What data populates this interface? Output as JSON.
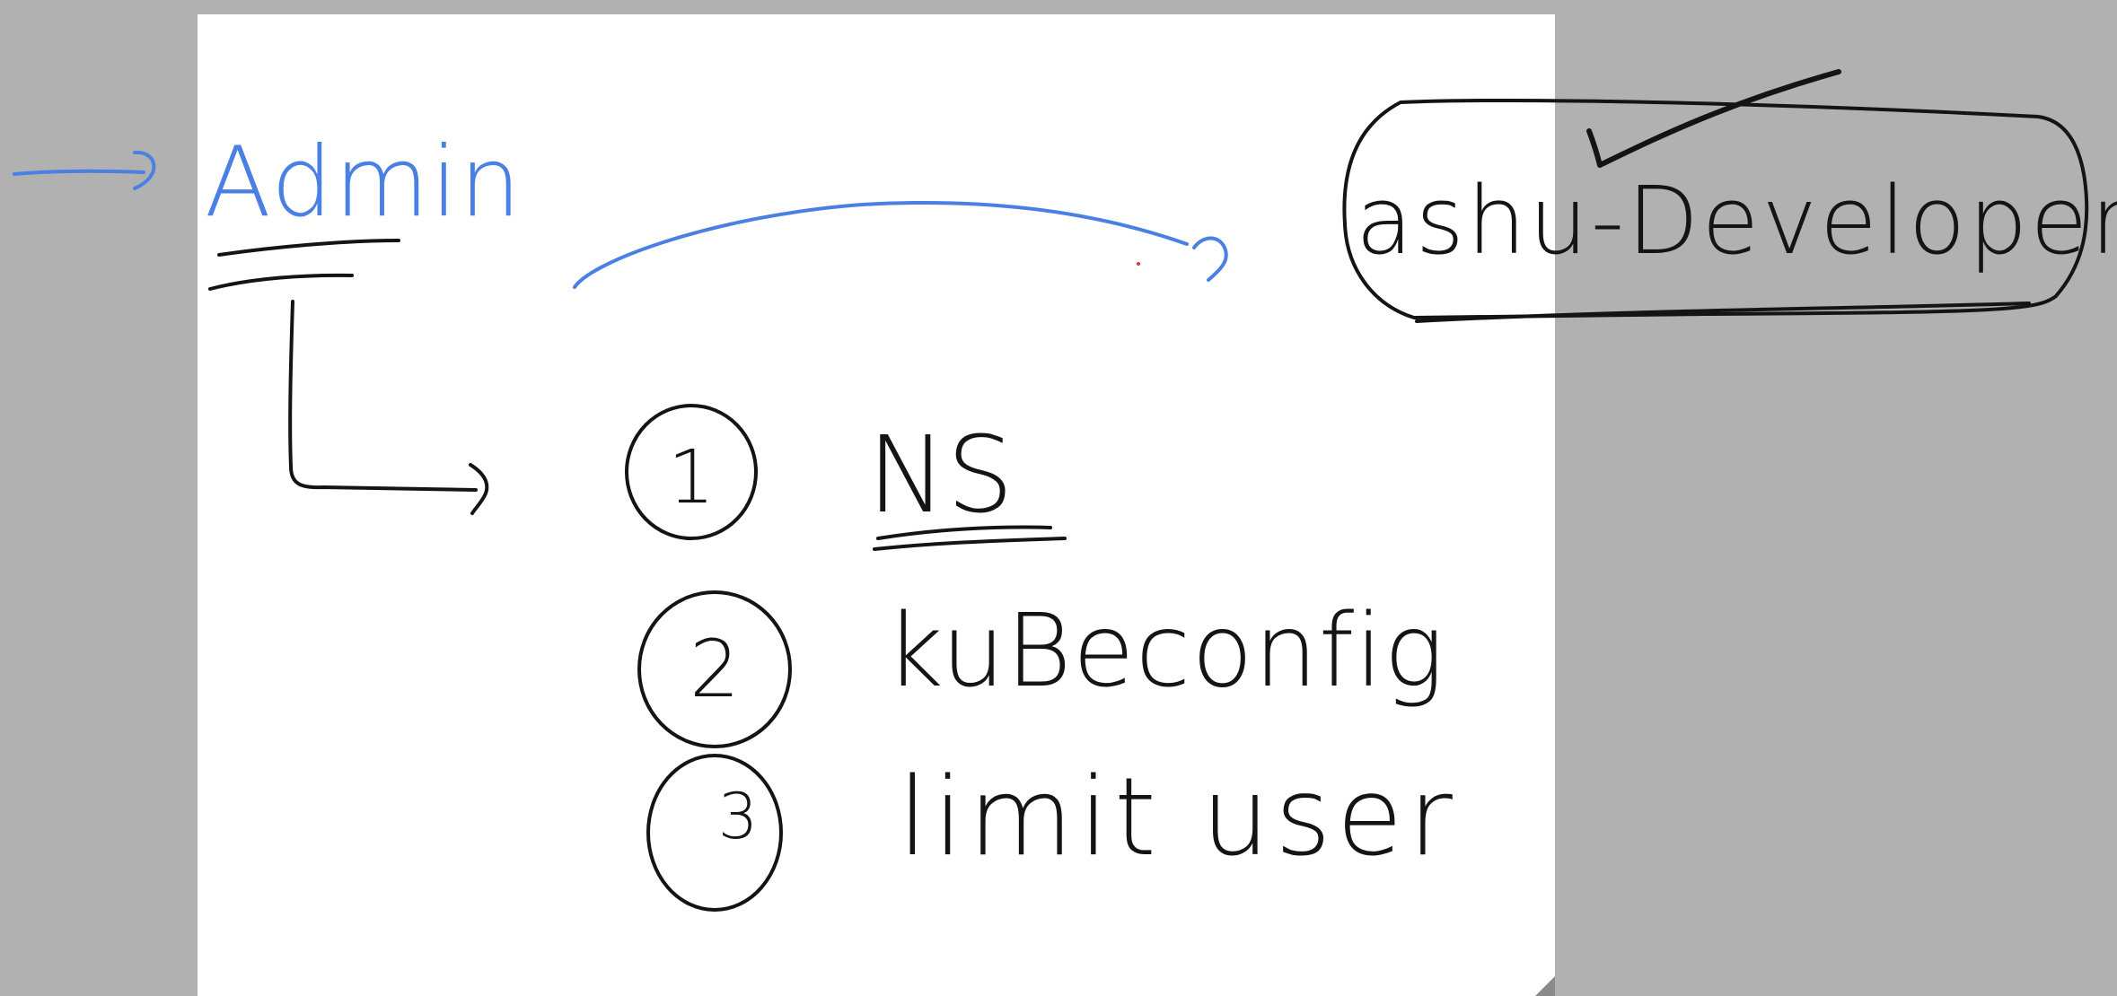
{
  "colors": {
    "background": "#b1b1b1",
    "page": "#ffffff",
    "ink_black": "#141414",
    "ink_blue": "#4a7fe3"
  },
  "notes": {
    "admin_label": "Admin",
    "target_label": "ashu-Developer",
    "steps": [
      {
        "number": "1",
        "text": "NS"
      },
      {
        "number": "2",
        "text": "kuBeconfig"
      },
      {
        "number": "3",
        "text": "limit user"
      }
    ]
  }
}
